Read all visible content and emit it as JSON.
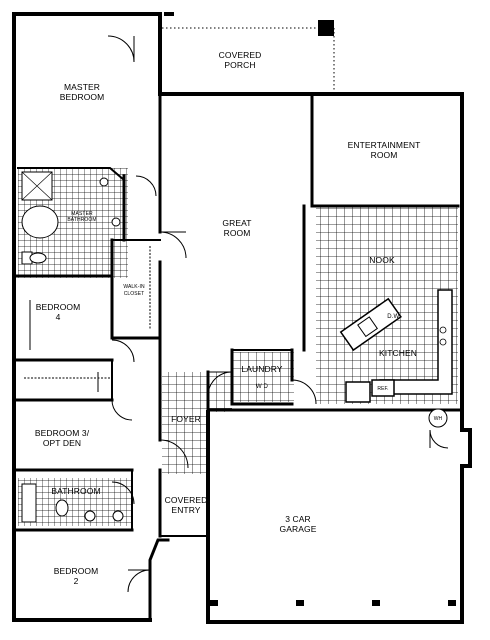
{
  "rooms": {
    "covered_porch": [
      "COVERED",
      "PORCH"
    ],
    "master_bedroom": [
      "MASTER",
      "BEDROOM"
    ],
    "master_bathroom": [
      "MASTER",
      "BATHROOM"
    ],
    "entertainment_room": [
      "ENTERTAINMENT",
      "ROOM"
    ],
    "great_room": [
      "GREAT",
      "ROOM"
    ],
    "walk_in_closet": [
      "WALK-IN",
      "CLOSET"
    ],
    "nook": "NOOK",
    "bedroom_4": [
      "BEDROOM",
      "4"
    ],
    "kitchen": "KITCHEN",
    "laundry": "LAUNDRY",
    "washer_dryer": "W D",
    "dishwasher": "D.W.",
    "refrigerator": "REF.",
    "foyer": "FOYER",
    "water_heater": "WH",
    "bedroom_3": [
      "BEDROOM 3/",
      "OPT DEN"
    ],
    "bathroom": "BATHROOM",
    "covered_entry": [
      "COVERED",
      "ENTRY"
    ],
    "garage": [
      "3 CAR",
      "GARAGE"
    ],
    "bedroom_2": [
      "BEDROOM",
      "2"
    ]
  },
  "colors": {
    "wall": "#000000",
    "floor_tile": "#000000",
    "background": "#ffffff"
  }
}
